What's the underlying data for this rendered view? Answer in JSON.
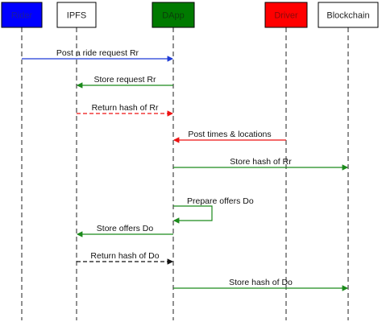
{
  "diagram": {
    "type": "sequence-diagram",
    "participants": [
      {
        "id": "rider",
        "label": "Rider",
        "fill": "#0000ff",
        "text_color": "#1a1aa0"
      },
      {
        "id": "ipfs",
        "label": "IPFS",
        "fill": "#ffffff",
        "text_color": "#222222"
      },
      {
        "id": "dapp",
        "label": "DApp",
        "fill": "#007a00",
        "text_color": "#0b3d0b"
      },
      {
        "id": "driver",
        "label": "Driver",
        "fill": "#ff0000",
        "text_color": "#8a0a0a"
      },
      {
        "id": "blockchain",
        "label": "Blockchain",
        "fill": "#ffffff",
        "text_color": "#222222"
      }
    ],
    "messages": [
      {
        "from": "rider",
        "to": "dapp",
        "label": "Post a ride request Rr",
        "color": "#1e3bd6",
        "dashed": false
      },
      {
        "from": "dapp",
        "to": "ipfs",
        "label": "Store request Rr",
        "color": "#1a8a1a",
        "dashed": false
      },
      {
        "from": "ipfs",
        "to": "dapp",
        "label": "Return hash of Rr",
        "color": "#ee1111",
        "dashed": true
      },
      {
        "from": "driver",
        "to": "dapp",
        "label": "Post times & locations",
        "color": "#ee1111",
        "dashed": false
      },
      {
        "from": "dapp",
        "to": "blockchain",
        "label": "Store hash of Rr",
        "color": "#1a8a1a",
        "dashed": false
      },
      {
        "from": "dapp",
        "to": "dapp",
        "label": "Prepare offers Do",
        "color": "#1a8a1a",
        "dashed": false,
        "self": true
      },
      {
        "from": "dapp",
        "to": "ipfs",
        "label": "Store offers Do",
        "color": "#1a8a1a",
        "dashed": false
      },
      {
        "from": "ipfs",
        "to": "dapp",
        "label": "Return hash of Do",
        "color": "#111111",
        "dashed": true
      },
      {
        "from": "dapp",
        "to": "blockchain",
        "label": "Store hash of Do",
        "color": "#1a8a1a",
        "dashed": false
      }
    ]
  }
}
